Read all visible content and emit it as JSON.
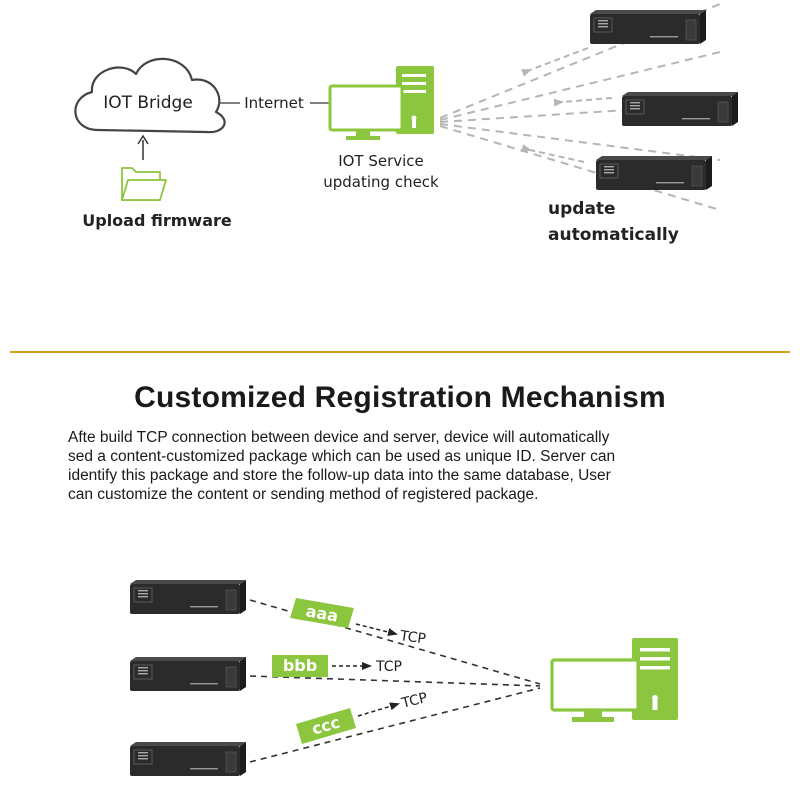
{
  "colors": {
    "accent_green": "#8cc63f",
    "divider_gold": "#d4a017",
    "device_body": "#2b2b2b",
    "dashed_line": "#b5b5b5"
  },
  "top_diagram": {
    "cloud_label": "IOT Bridge",
    "internet_label": "Internet",
    "server_label_line1": "IOT Service",
    "server_label_line2": "updating check",
    "upload_label": "Upload firmware",
    "update_label_line1": "update",
    "update_label_line2": "automatically",
    "icons": [
      "cloud-icon",
      "folder-icon",
      "server-computer-icon",
      "device-icon"
    ]
  },
  "mechanism": {
    "title": "Customized Registration Mechanism",
    "description_lines": [
      "Afte build TCP connection between device and server, device will automatically",
      "sed a content-customized package which can be used as unique ID. Server can",
      "identify this package and store the follow-up data into the same database, User",
      "can customize the content or sending method of registered package."
    ]
  },
  "bottom_diagram": {
    "packages": [
      {
        "tag": "aaa",
        "protocol": "TCP"
      },
      {
        "tag": "bbb",
        "protocol": "TCP"
      },
      {
        "tag": "ccc",
        "protocol": "TCP"
      }
    ]
  }
}
